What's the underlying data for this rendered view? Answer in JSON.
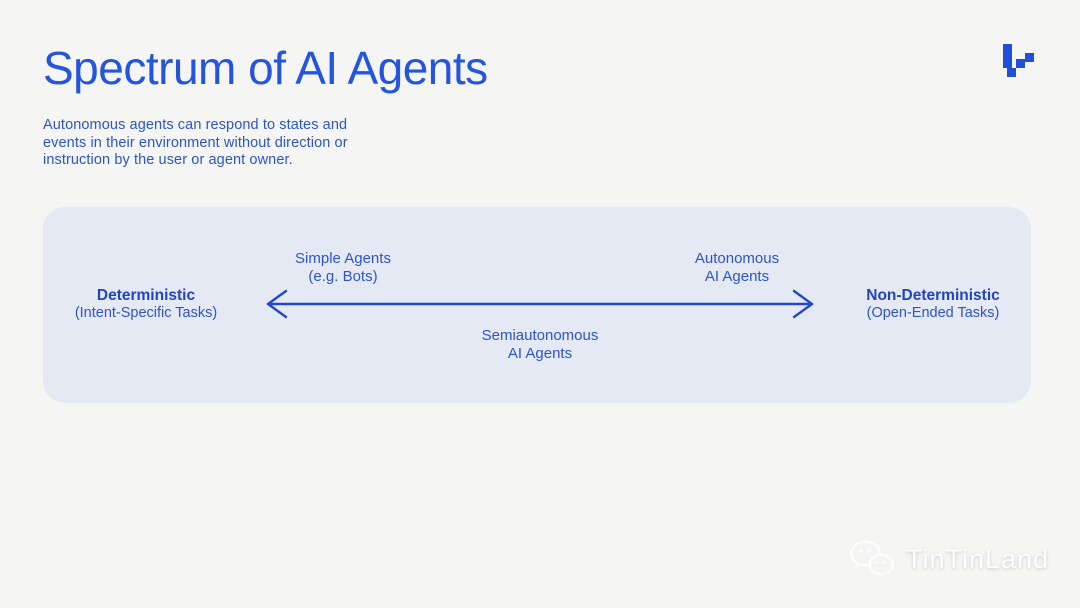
{
  "header": {
    "title": "Spectrum of AI Agents",
    "subtitle_lines": [
      "Autonomous agents can respond to states and",
      "events in their environment without direction or",
      "instruction by the user or agent owner."
    ]
  },
  "brand": {
    "logo_icon": "pixel-check-logo",
    "logo_color": "#2150d8"
  },
  "diagram": {
    "type": "spectrum-arrow",
    "arrow_direction": "double-headed",
    "arrow_color": "#2347c8",
    "panel_color": "#e4e9f4",
    "left_endpoint": {
      "title": "Deterministic",
      "subtitle": "(Intent-Specific Tasks)"
    },
    "right_endpoint": {
      "title": "Non-Deterministic",
      "subtitle": "(Open-Ended Tasks)"
    },
    "labels_above": [
      {
        "line1": "Simple Agents",
        "line2": "(e.g. Bots)"
      },
      {
        "line1": "Autonomous",
        "line2": "AI Agents"
      }
    ],
    "label_below": {
      "line1": "Semiautonomous",
      "line2": "AI Agents"
    }
  },
  "watermark": {
    "icon": "wechat-icon",
    "text": "TinTinLand"
  },
  "colors": {
    "page_background": "#f5f5f4",
    "title_blue": "#2355dd",
    "body_blue": "#2d54cf",
    "endpoint_blue": "#2143c4"
  }
}
